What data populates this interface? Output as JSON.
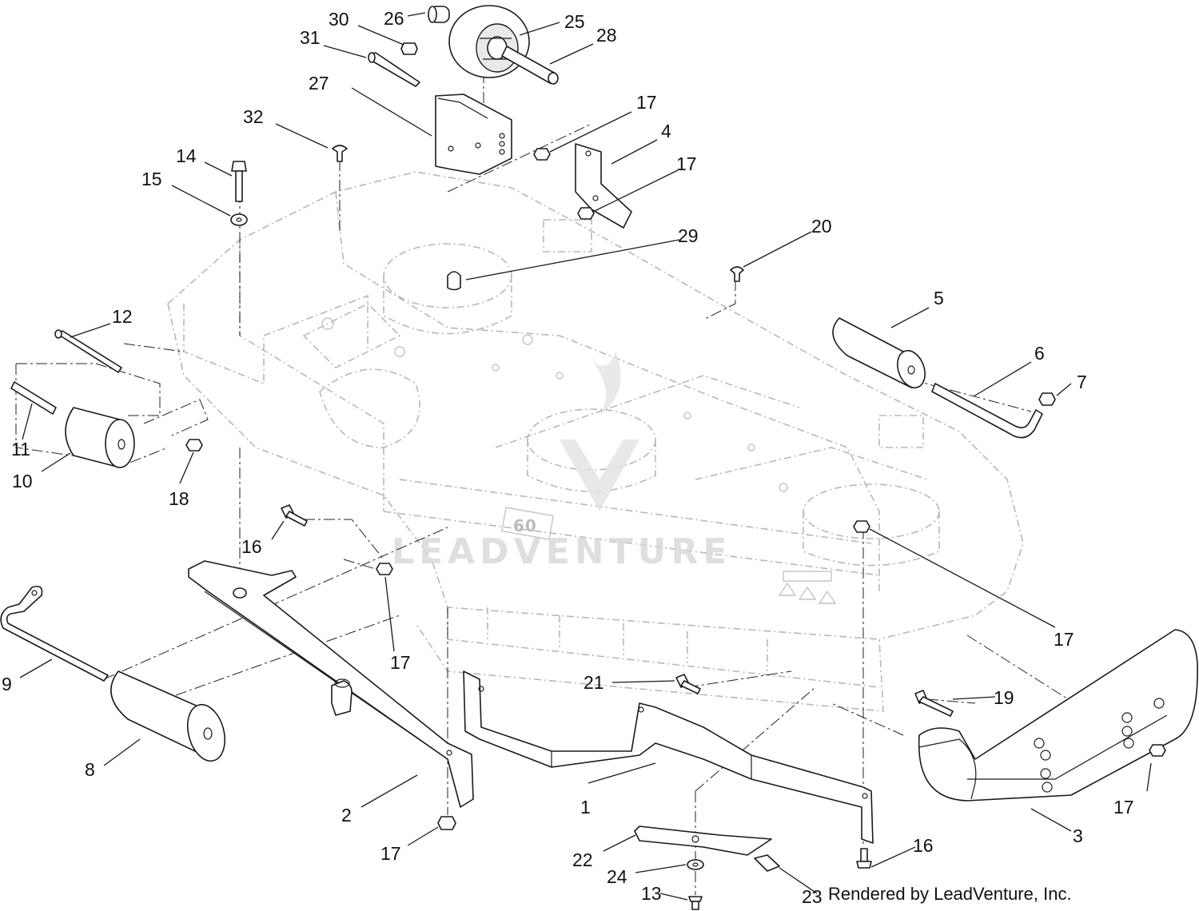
{
  "callouts": {
    "c1": "1",
    "c2": "2",
    "c3": "3",
    "c4": "4",
    "c5": "5",
    "c6": "6",
    "c7": "7",
    "c8": "8",
    "c9": "9",
    "c10": "10",
    "c11": "11",
    "c12": "12",
    "c13": "13",
    "c14": "14",
    "c15": "15",
    "c16": "16",
    "c17": "17",
    "c18": "18",
    "c19": "19",
    "c20": "20",
    "c21": "21",
    "c22": "22",
    "c23": "23",
    "c24": "24",
    "c25": "25",
    "c26": "26",
    "c27": "27",
    "c28": "28",
    "c29": "29",
    "c30": "30",
    "c31": "31",
    "c32": "32"
  },
  "deck_badge": "60",
  "watermark": "LEADVENTURE",
  "credit": "Rendered by LeadVenture, Inc."
}
